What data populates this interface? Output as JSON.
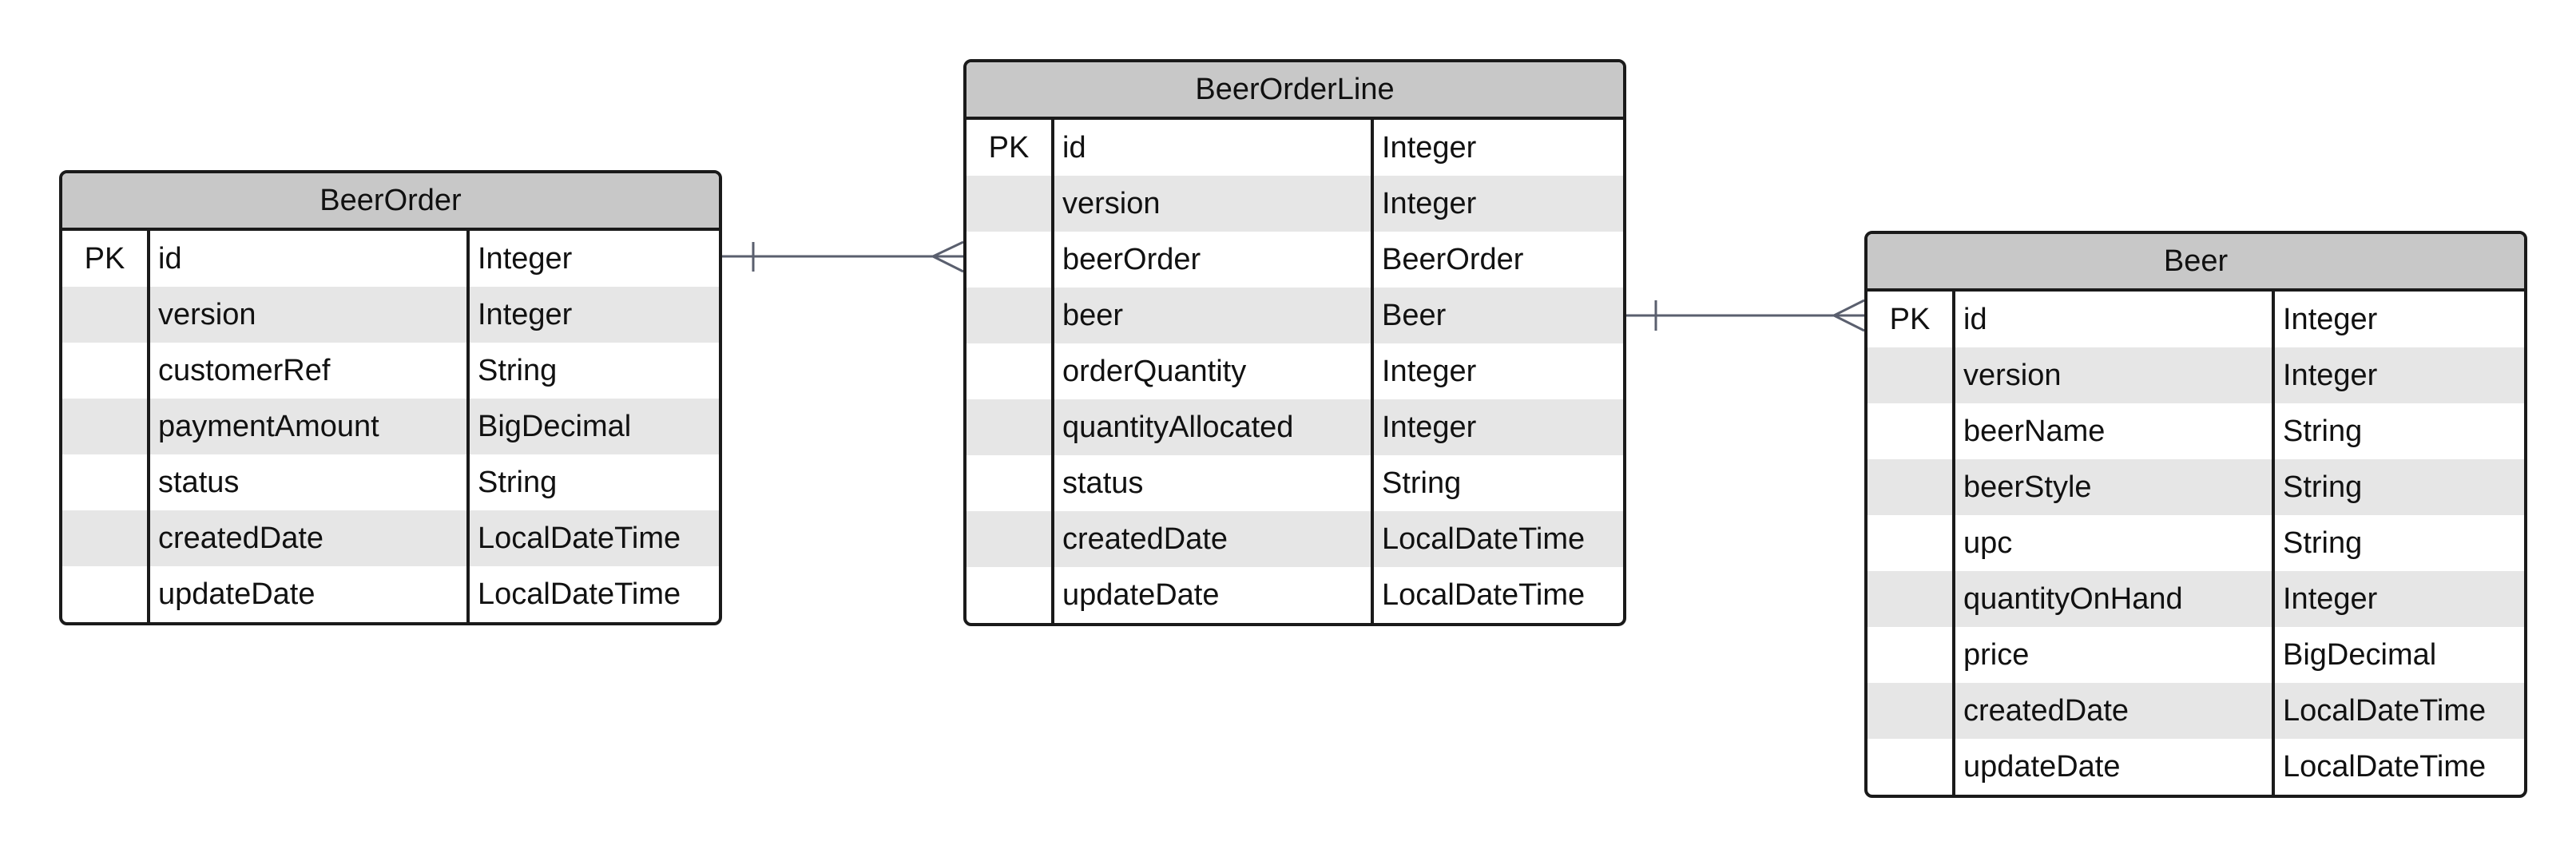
{
  "diagram": {
    "entities": [
      {
        "name": "BeerOrder",
        "rows": [
          {
            "key": "PK",
            "field": "id",
            "type": "Integer"
          },
          {
            "key": "",
            "field": "version",
            "type": "Integer"
          },
          {
            "key": "",
            "field": "customerRef",
            "type": "String"
          },
          {
            "key": "",
            "field": "paymentAmount",
            "type": "BigDecimal"
          },
          {
            "key": "",
            "field": "status",
            "type": "String"
          },
          {
            "key": "",
            "field": "createdDate",
            "type": "LocalDateTime"
          },
          {
            "key": "",
            "field": "updateDate",
            "type": "LocalDateTime"
          }
        ]
      },
      {
        "name": "BeerOrderLine",
        "rows": [
          {
            "key": "PK",
            "field": "id",
            "type": "Integer"
          },
          {
            "key": "",
            "field": "version",
            "type": "Integer"
          },
          {
            "key": "",
            "field": "beerOrder",
            "type": "BeerOrder"
          },
          {
            "key": "",
            "field": "beer",
            "type": "Beer"
          },
          {
            "key": "",
            "field": "orderQuantity",
            "type": "Integer"
          },
          {
            "key": "",
            "field": "quantityAllocated",
            "type": "Integer"
          },
          {
            "key": "",
            "field": "status",
            "type": "String"
          },
          {
            "key": "",
            "field": "createdDate",
            "type": "LocalDateTime"
          },
          {
            "key": "",
            "field": "updateDate",
            "type": "LocalDateTime"
          }
        ]
      },
      {
        "name": "Beer",
        "rows": [
          {
            "key": "PK",
            "field": "id",
            "type": "Integer"
          },
          {
            "key": "",
            "field": "version",
            "type": "Integer"
          },
          {
            "key": "",
            "field": "beerName",
            "type": "String"
          },
          {
            "key": "",
            "field": "beerStyle",
            "type": "String"
          },
          {
            "key": "",
            "field": "upc",
            "type": "String"
          },
          {
            "key": "",
            "field": "quantityOnHand",
            "type": "Integer"
          },
          {
            "key": "",
            "field": "price",
            "type": "BigDecimal"
          },
          {
            "key": "",
            "field": "createdDate",
            "type": "LocalDateTime"
          },
          {
            "key": "",
            "field": "updateDate",
            "type": "LocalDateTime"
          }
        ]
      }
    ],
    "relationships": [
      {
        "from": "BeerOrder",
        "from_field": "id",
        "from_cardinality": "one",
        "to": "BeerOrderLine",
        "to_field": "beerOrder",
        "to_cardinality": "many"
      },
      {
        "from": "BeerOrderLine",
        "from_field": "beer",
        "from_cardinality": "one",
        "to": "Beer",
        "to_field": "id",
        "to_cardinality": "many"
      }
    ],
    "colors": {
      "header_fill": "#c8c8c8",
      "alt_row_fill": "#e6e6e6",
      "border": "#1a1a1a",
      "connector": "#5a5f6e"
    }
  }
}
